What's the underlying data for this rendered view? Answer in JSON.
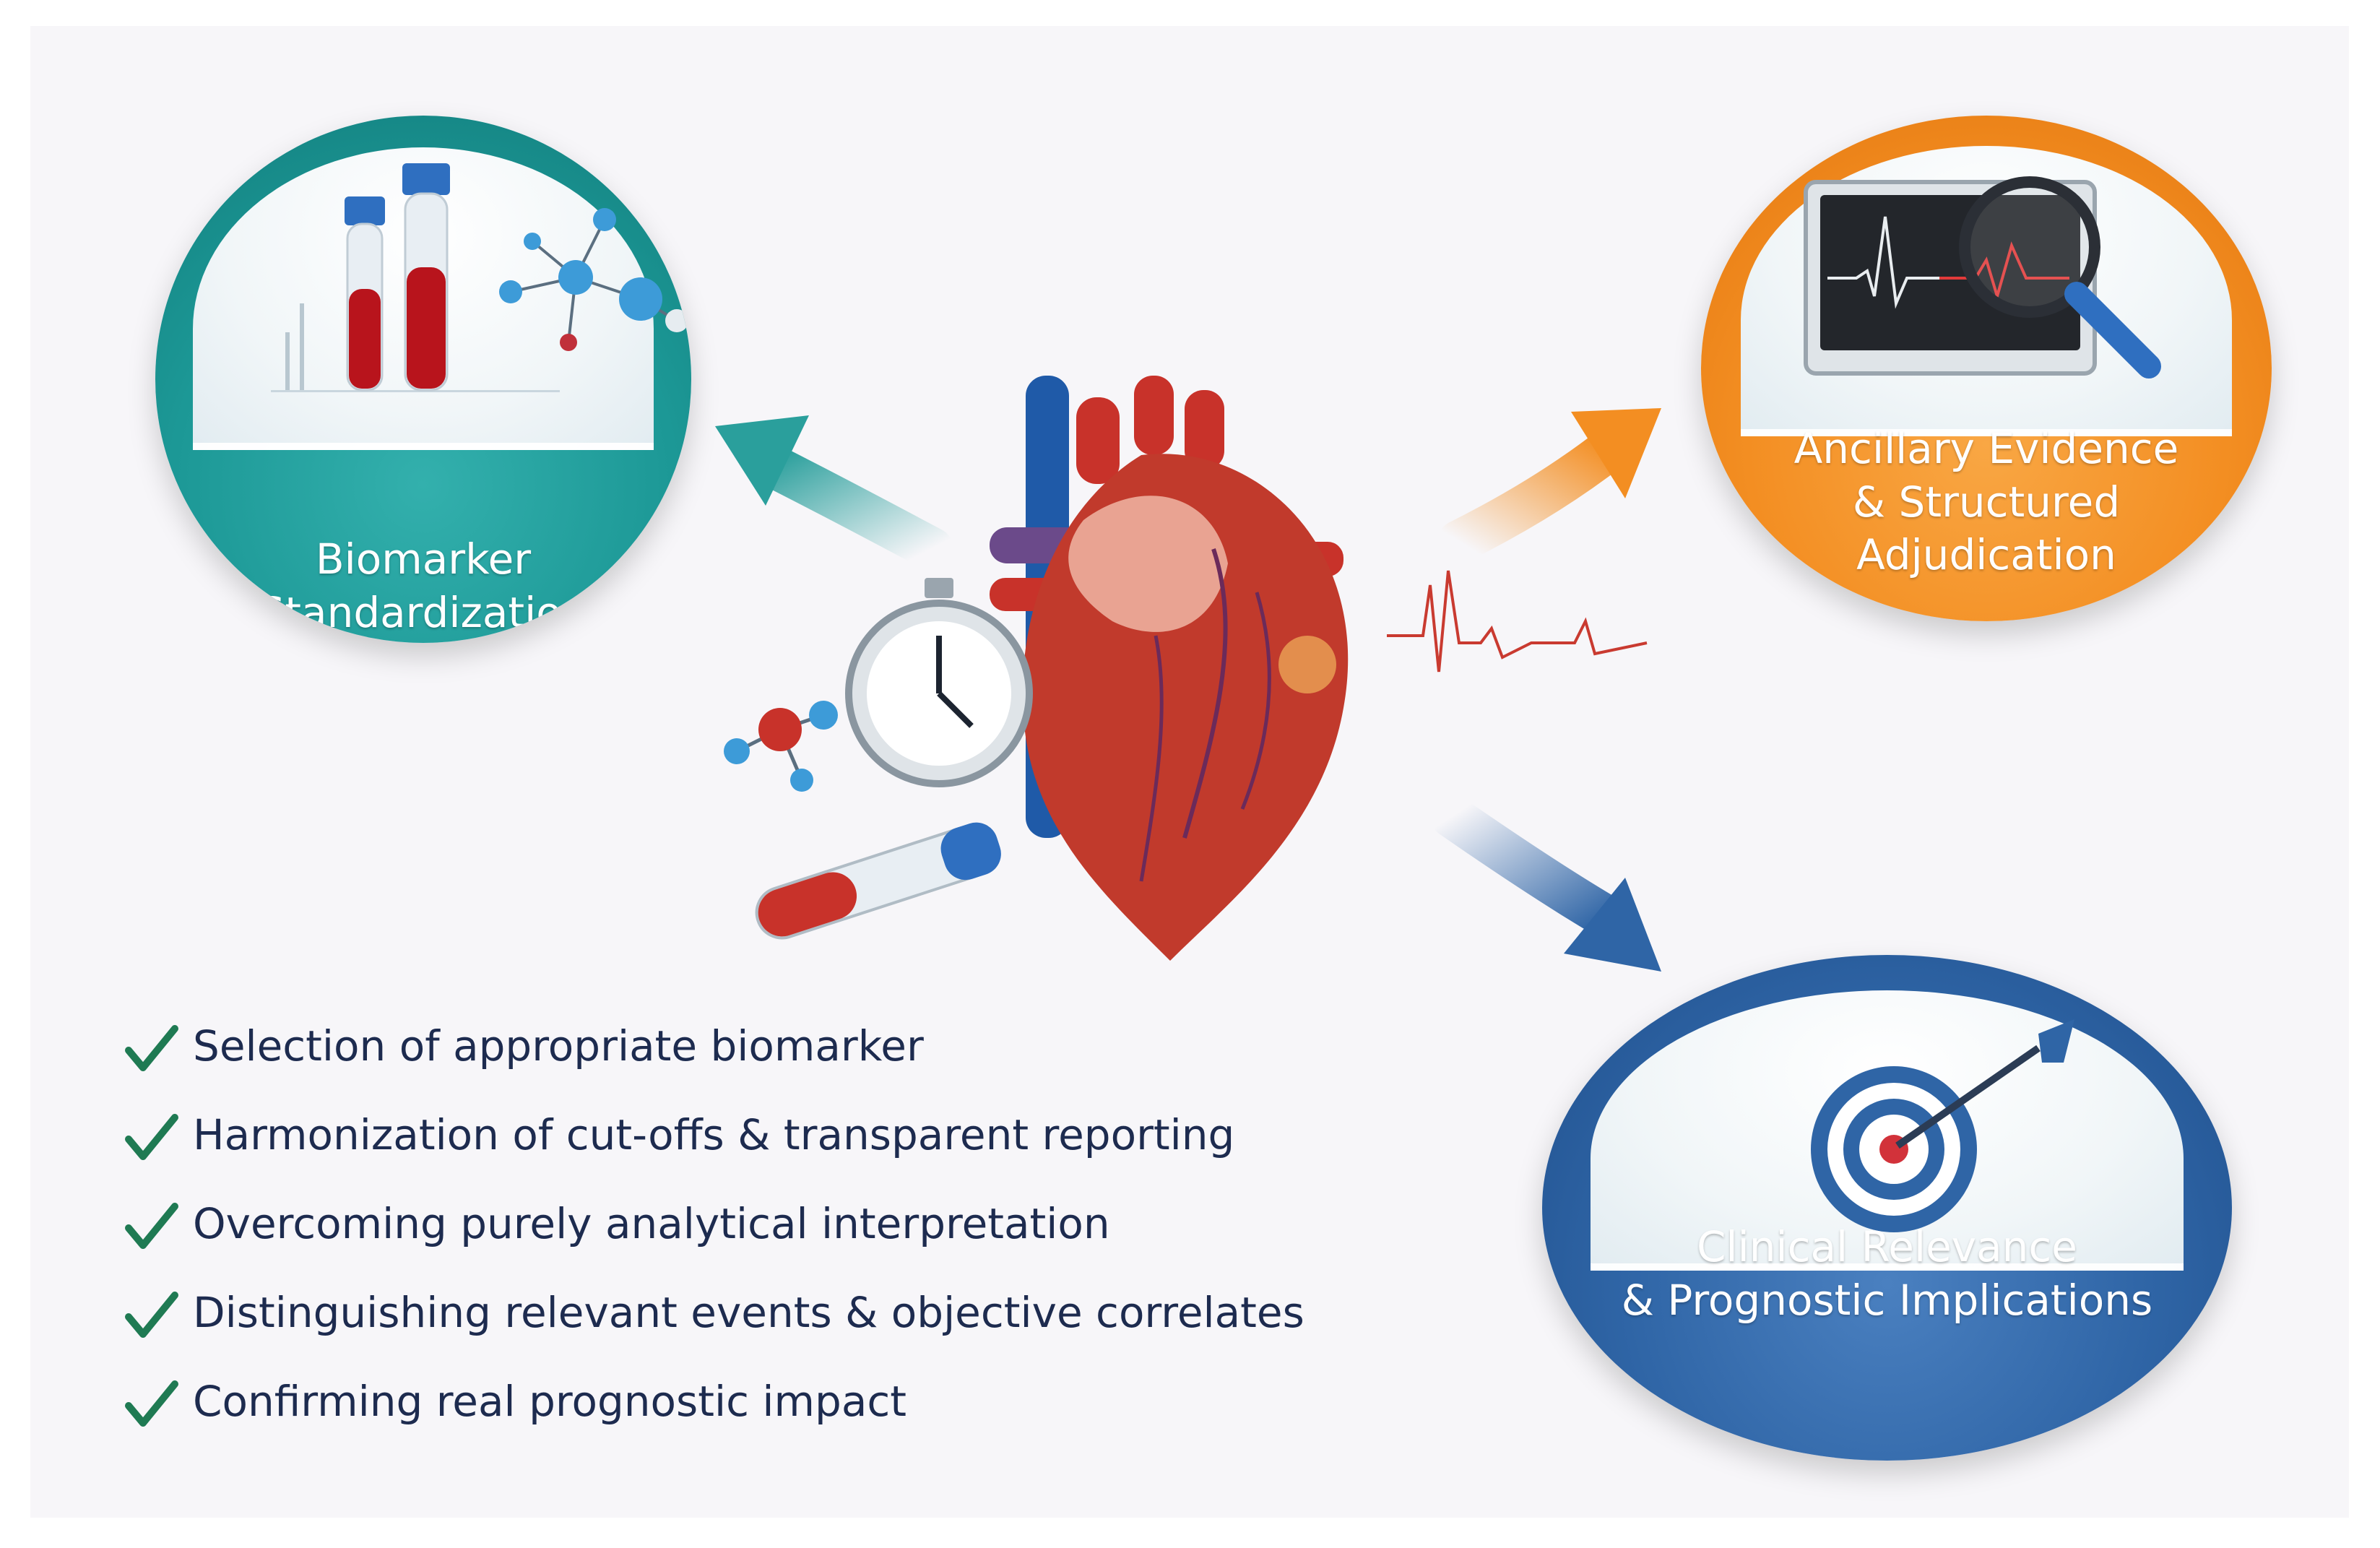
{
  "nodes": {
    "biomarker": {
      "label_lines": [
        "Biomarker",
        "Standardization"
      ],
      "color": "#1c9896",
      "icons": [
        "blood-tube-icon",
        "molecule-icon"
      ]
    },
    "ancillary": {
      "label_lines": [
        "Ancillary Evidence",
        "& Structured",
        "Adjudication"
      ],
      "color": "#f38e22",
      "icons": [
        "ecg-monitor-icon",
        "magnifier-icon"
      ]
    },
    "clinical": {
      "label_lines": [
        "Clinical Relevance",
        "& Prognostic Implications"
      ],
      "color": "#2f65a6",
      "icons": [
        "target-icon",
        "arrow-icon"
      ]
    }
  },
  "center": {
    "icons": [
      "heart-icon",
      "stopwatch-icon",
      "molecule-icon",
      "blood-tube-icon",
      "ecg-trace-icon"
    ]
  },
  "checklist": [
    "Selection of appropriate biomarker",
    "Harmonization of cut-offs & transparent reporting",
    "Overcoming purely analytical interpretation",
    "Distinguishing relevant events & objective correlates",
    "Confirming real prognostic impact"
  ],
  "colors": {
    "check": "#1f7a53",
    "text": "#1d2b4f",
    "heart": "#c8322a",
    "arrow_teal": "#2a9f9c",
    "arrow_orange": "#f38e22",
    "arrow_blue": "#2f65a6"
  }
}
